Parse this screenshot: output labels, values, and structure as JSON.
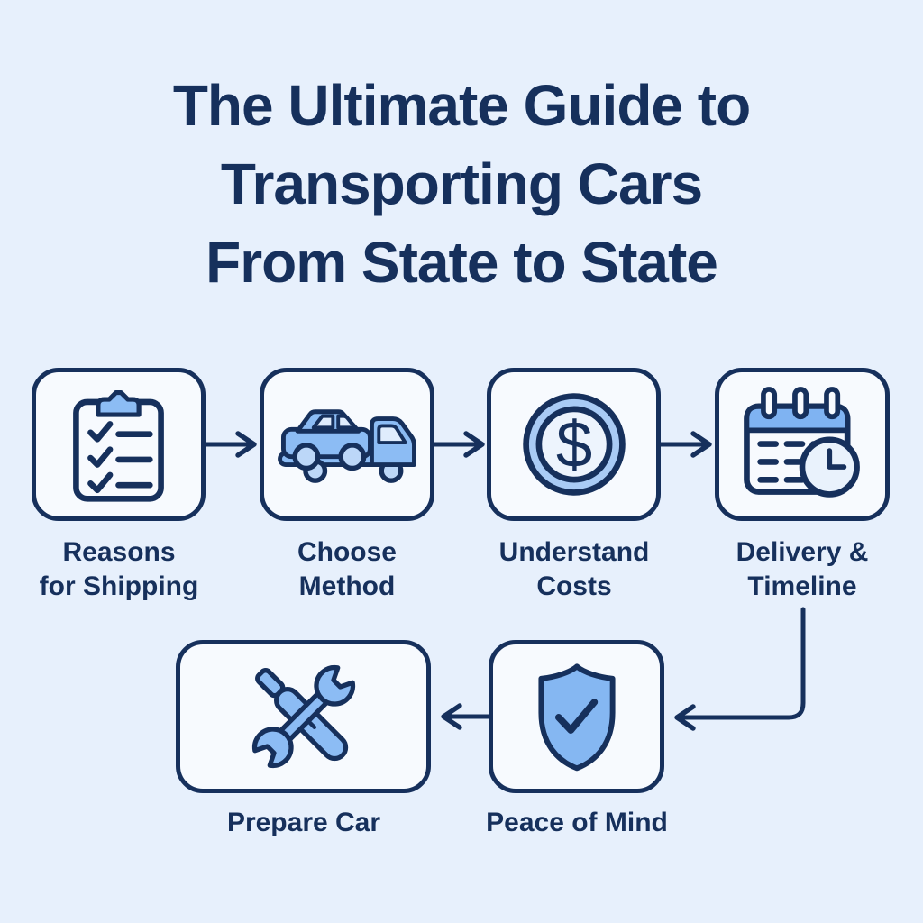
{
  "title": {
    "line1": "The Ultimate Guide to",
    "line2": "Transporting Cars",
    "line3": "From State to State"
  },
  "steps": [
    {
      "label": "Reasons\nfor Shipping",
      "icon": "checklist-clipboard-icon"
    },
    {
      "label": "Choose\nMethod",
      "icon": "car-carrier-truck-icon"
    },
    {
      "label": "Understand\nCosts",
      "icon": "dollar-coin-icon"
    },
    {
      "label": "Delivery &\nTimeline",
      "icon": "calendar-clock-icon"
    },
    {
      "label": "Prepare Car",
      "icon": "crossed-tools-icon"
    },
    {
      "label": "Peace of Mind",
      "icon": "shield-check-icon"
    }
  ],
  "flow": {
    "connections": [
      {
        "from": "Reasons for Shipping",
        "to": "Choose Method"
      },
      {
        "from": "Choose Method",
        "to": "Understand Costs"
      },
      {
        "from": "Understand Costs",
        "to": "Delivery & Timeline"
      },
      {
        "from": "Delivery & Timeline",
        "to": "Peace of Mind"
      },
      {
        "from": "Peace of Mind",
        "to": "Prepare Car"
      }
    ]
  },
  "glyphs": {
    "dollar": "$"
  },
  "colors": {
    "background": "#e7f0fc",
    "navy": "#16305c",
    "card_background": "#f7fafe",
    "icon_blue": "#8cbcf4",
    "icon_blue_light": "#bcd7f8",
    "icon_ring_blue": "#a9cbf5",
    "calendar_band_blue": "#7fb3f2",
    "shield_blue": "#85b7f2",
    "window_blue": "#dfecfc"
  }
}
